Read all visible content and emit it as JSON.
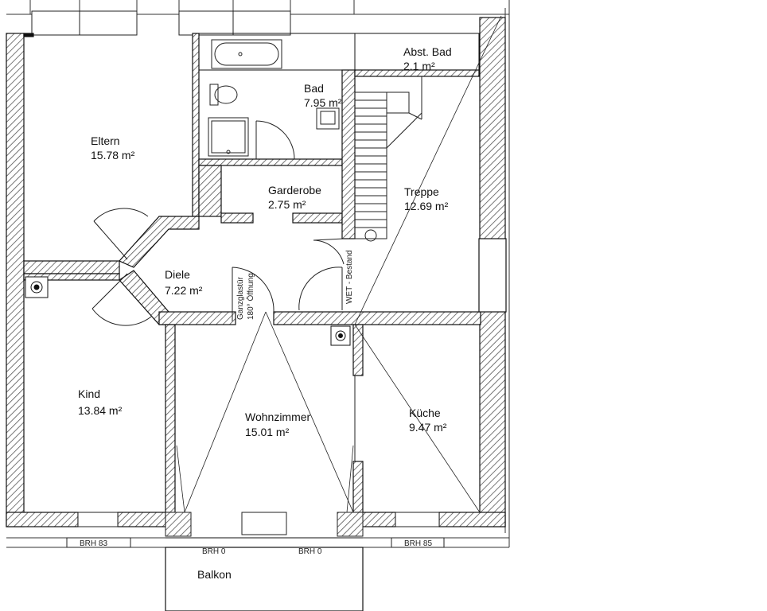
{
  "rooms": {
    "eltern": {
      "name": "Eltern",
      "area": "15.78 m²"
    },
    "bad": {
      "name": "Bad",
      "area": "7.95 m²"
    },
    "abst_bad": {
      "name": "Abst. Bad",
      "area": "2.1 m²"
    },
    "garderobe": {
      "name": "Garderobe",
      "area": "2.75 m²"
    },
    "treppe": {
      "name": "Treppe",
      "area": "12.69 m²"
    },
    "diele": {
      "name": "Diele",
      "area": "7.22 m²"
    },
    "kind": {
      "name": "Kind",
      "area": "13.84 m²"
    },
    "wohnzimmer": {
      "name": "Wohnzimmer",
      "area": "15.01 m²"
    },
    "kueche": {
      "name": "Küche",
      "area": "9.47 m²"
    },
    "balkon": {
      "name": "Balkon"
    }
  },
  "annotations": {
    "glass_door_line1": "Ganzglastür",
    "glass_door_line2": "180° Öffnung",
    "wet": "WET - Bestand"
  },
  "sill_heights": {
    "kind": "BRH 83",
    "wohnzimmer_left": "BRH 0",
    "wohnzimmer_right": "BRH 0",
    "kueche": "BRH 85"
  },
  "colors": {
    "wall_hatch": "#555555",
    "line": "#111111"
  }
}
